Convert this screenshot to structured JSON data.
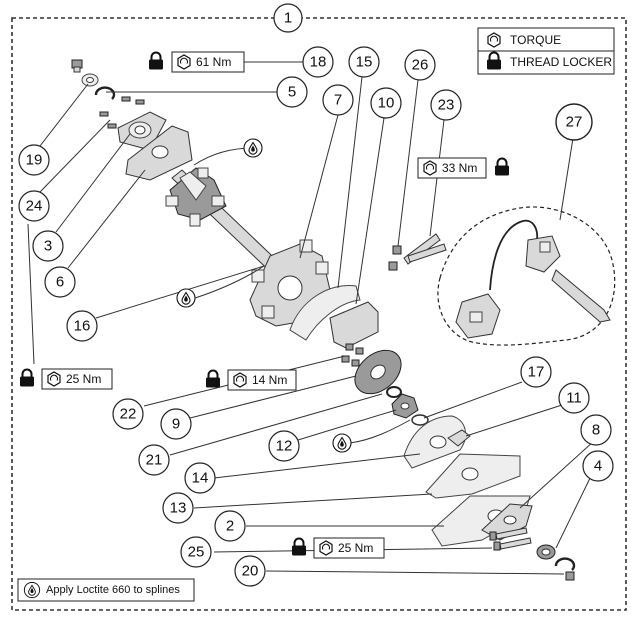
{
  "assembly": {
    "number": "1"
  },
  "legend": {
    "torque": "TORQUE",
    "thread_locker": "THREAD LOCKER"
  },
  "note": {
    "text": "Apply Loctite 660 to splines"
  },
  "torque_specs": {
    "t18": "61 Nm",
    "t23": "33 Nm",
    "t19": "25 Nm",
    "t22": "14 Nm",
    "t25": "25 Nm"
  },
  "callouts": {
    "c18": "18",
    "c5": "5",
    "c19": "19",
    "c24": "24",
    "c3": "3",
    "c6": "6",
    "c16": "16",
    "c7": "7",
    "c15": "15",
    "c10": "10",
    "c26": "26",
    "c23": "23",
    "c27": "27",
    "c22": "22",
    "c9": "9",
    "c21": "21",
    "c12": "12",
    "c17": "17",
    "c11": "11",
    "c14": "14",
    "c13": "13",
    "c2": "2",
    "c8": "8",
    "c4": "4",
    "c25": "25",
    "c20": "20"
  },
  "icons": {
    "torque": "torque-hex-icon",
    "thread_locker": "padlock-icon",
    "loctite": "loctite-drop-icon"
  }
}
